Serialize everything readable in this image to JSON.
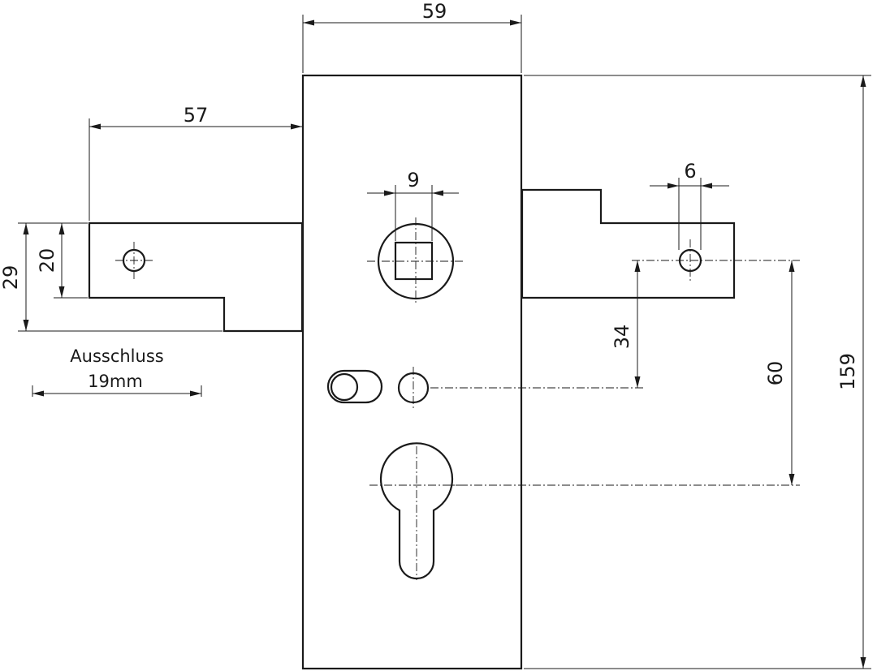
{
  "dimensions": {
    "plate_width": "59",
    "left_bar_length": "57",
    "left_bar_height": "20",
    "left_bar_total_height": "29",
    "spindle_square": "9",
    "right_hole_diameter": "6",
    "distance_34": "34",
    "distance_60": "60",
    "plate_height": "159"
  },
  "note": {
    "label": "Ausschluss",
    "value": "19mm"
  }
}
